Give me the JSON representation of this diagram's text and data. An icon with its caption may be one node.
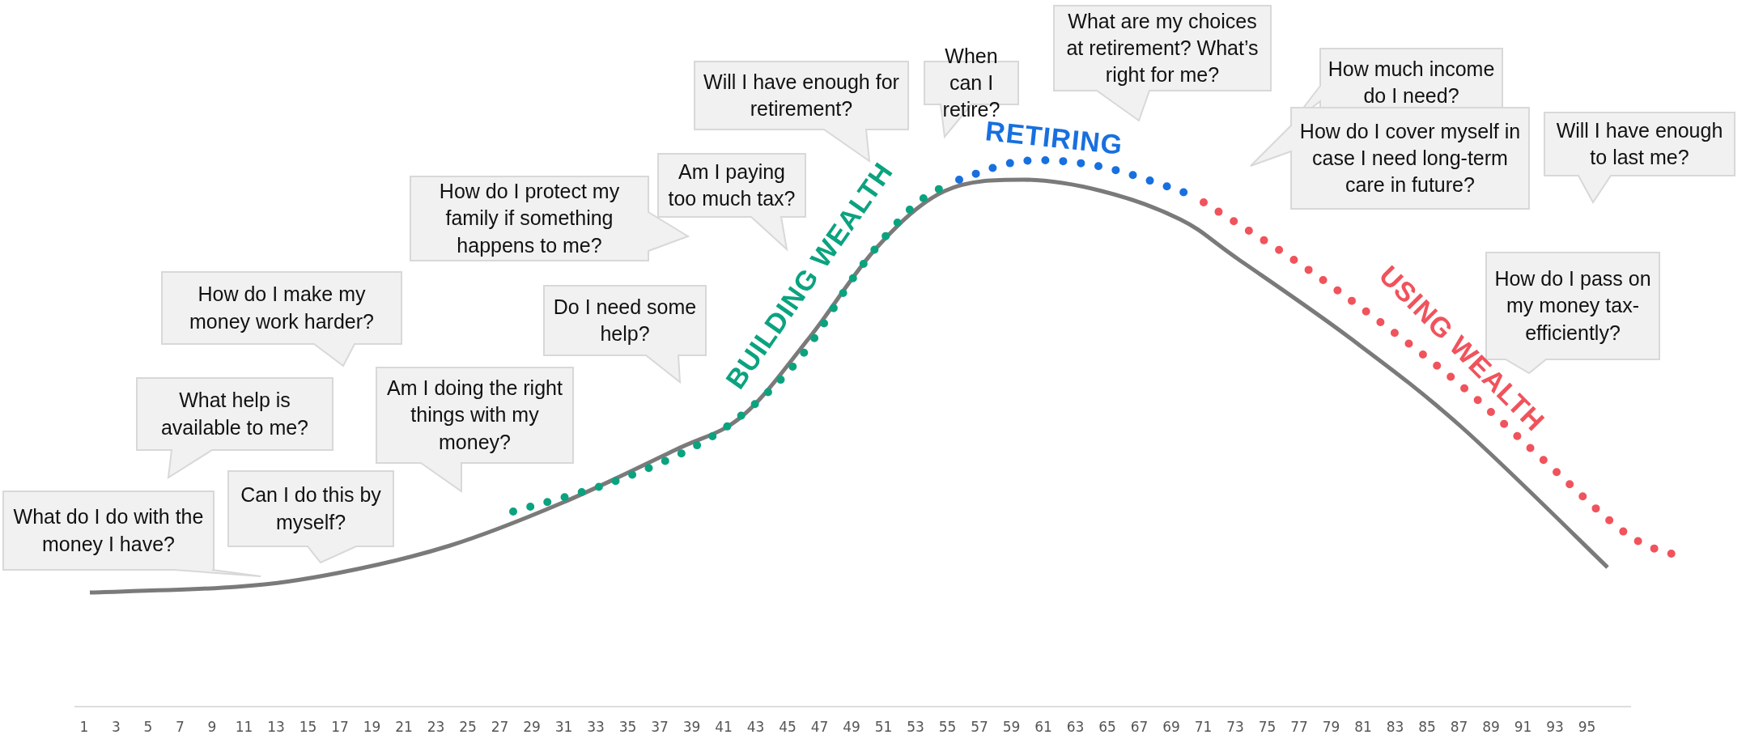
{
  "diagram": {
    "nodes": [
      {
        "text": [
          "What do I do with the money I have?"
        ]
      },
      {
        "text": [
          "What help is available to me?"
        ]
      },
      {
        "text": [
          "Can I do this by myself?"
        ]
      },
      {
        "text": [
          "How do I make my money work harder?"
        ]
      },
      {
        "text": [
          "Am I doing the right things with my money?"
        ]
      },
      {
        "text": [
          "How do I protect my family if something happens to me?"
        ]
      },
      {
        "text": [
          "Do I need some help?"
        ]
      },
      {
        "text": [
          "Am I paying too much tax?"
        ]
      },
      {
        "text": [
          "Will I have enough for retirement?"
        ]
      },
      {
        "text": [
          "When can I retire?"
        ]
      },
      {
        "text": [
          "What are my choices at retirement? What’s right for me?"
        ]
      },
      {
        "text": [
          "How much income do I need?"
        ]
      },
      {
        "text": [
          "How do I cover myself in case I need long-term care in future?"
        ]
      },
      {
        "text": [
          "Will I have enough to last me?"
        ]
      },
      {
        "text": [
          "How do I pass on my money tax-efficiently?"
        ]
      }
    ],
    "labels": [
      "BUILDING WEALTH",
      "RETIRING",
      "USING WEALTH",
      "1",
      "3",
      "5",
      "7",
      "9",
      "11",
      "13",
      "15",
      "17",
      "19",
      "21",
      "23",
      "25",
      "27",
      "29",
      "31",
      "33",
      "35",
      "37",
      "39",
      "41",
      "43",
      "45",
      "47",
      "49",
      "51",
      "53",
      "55",
      "57",
      "59",
      "61",
      "63",
      "65",
      "67",
      "69",
      "71",
      "73",
      "75",
      "77",
      "79",
      "81",
      "83",
      "85",
      "87",
      "89",
      "91",
      "93",
      "95"
    ]
  }
}
